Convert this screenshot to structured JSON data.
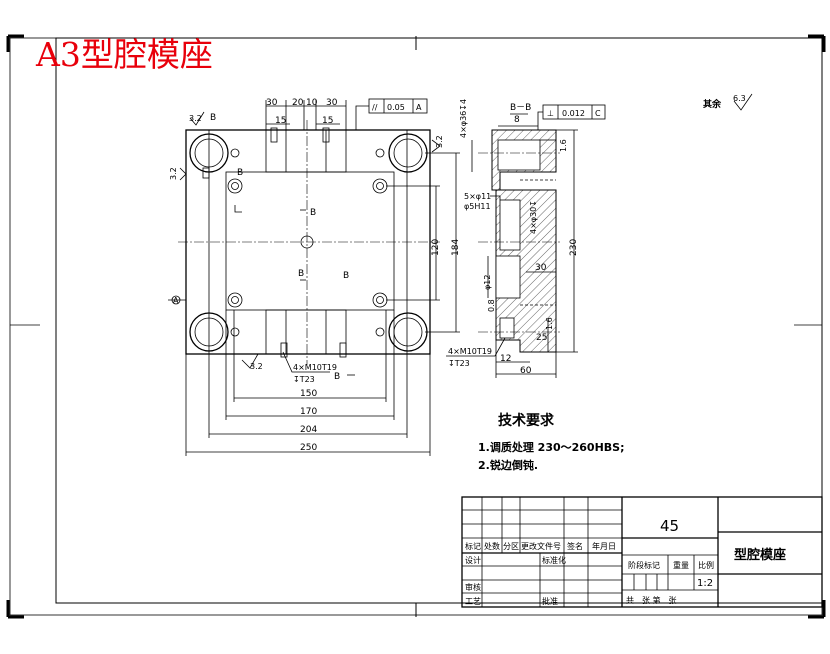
{
  "banner": {
    "title": "A3型腔模座"
  },
  "plan_view": {
    "top_dims": [
      "30",
      "20",
      "10",
      "30"
    ],
    "sub_dims": [
      "15",
      "15"
    ],
    "flatness_box": {
      "symbol": "//",
      "value": "0.05",
      "datum": "A"
    },
    "section_marks": [
      "B",
      "B",
      "B",
      "B",
      "B",
      "B"
    ],
    "roughness": [
      "3.2",
      "3.2",
      "3.2",
      "3.2"
    ],
    "datum_label": "A",
    "right_dims": [
      "120",
      "184"
    ],
    "bottom_dims": [
      "150",
      "170",
      "204",
      "250"
    ],
    "thread_note": [
      "4×M10T19",
      "↧T23"
    ]
  },
  "section_view": {
    "title": "B－B",
    "dims_top": [
      "8"
    ],
    "perp_box": {
      "symbol": "⊥",
      "value": "0.012",
      "datum": "C"
    },
    "left_notes": [
      "4×φ36↧4",
      "5×φ11",
      "φ5H11",
      "φ12",
      "4×φ30↧"
    ],
    "right_dims": [
      "230",
      "30",
      "25"
    ],
    "roughness": [
      "1.6",
      "0.8",
      "1.6"
    ],
    "bottom_dims": [
      "12",
      "60"
    ],
    "thread_note": [
      "4×M10T19",
      "↧T23"
    ]
  },
  "other_finish": {
    "label": "其余",
    "value": "6.3"
  },
  "tech_requirements": {
    "heading": "技术要求",
    "items": [
      "1.调质处理 230～260HBS;",
      "2.锐边倒钝."
    ]
  },
  "title_block": {
    "material": "45",
    "part_name": "型腔模座",
    "scale_label": "比例",
    "weight_label": "重量",
    "stage_label": "阶段标记",
    "scale_value": "1:2",
    "sheets": "共　张 第　张",
    "headers": [
      "标记",
      "处数",
      "分区",
      "更改文件号",
      "签名",
      "年月日"
    ],
    "roles": [
      "设计",
      "标准化",
      "审核",
      "工艺",
      "批准"
    ]
  }
}
